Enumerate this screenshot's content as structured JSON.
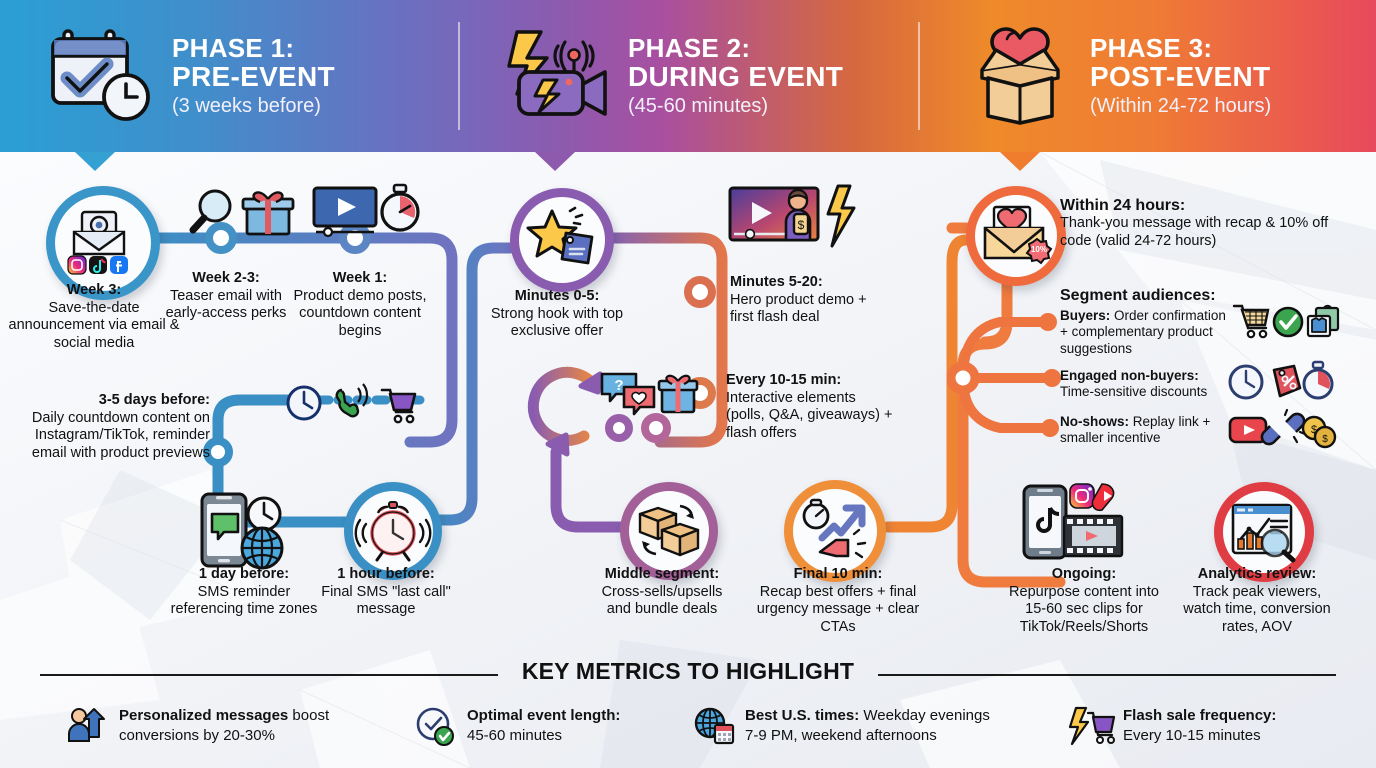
{
  "header": {
    "phases": [
      {
        "icon": "calendar-check-clock-icon",
        "title_line1": "PHASE 1:",
        "title_line2": "PRE-EVENT",
        "subtitle": "(3 weeks before)"
      },
      {
        "icon": "live-broadcast-camera-icon",
        "title_line1": "PHASE 2:",
        "title_line2": "DURING EVENT",
        "subtitle": "(45-60 minutes)"
      },
      {
        "icon": "heart-box-icon",
        "title_line1": "PHASE 3:",
        "title_line2": "POST-EVENT",
        "subtitle": "(Within 24-72 hours)"
      }
    ],
    "gradient": {
      "start": "#2b9fd4",
      "mid1": "#8a5cb0",
      "mid2": "#ef8a2a",
      "end": "#e8495c"
    }
  },
  "phase1": {
    "accent": "#3a8fc4",
    "steps": [
      {
        "title": "Week 3:",
        "body": "Save-the-date announcement via email & social media",
        "icon": "email-social-icon"
      },
      {
        "title": "Week 2-3:",
        "body": "Teaser email with early-access perks",
        "icon": "magnifier-gift-icon"
      },
      {
        "title": "Week 1:",
        "body": "Product demo posts, countdown content begins",
        "icon": "video-stopwatch-icon"
      },
      {
        "title": "3-5 days before:",
        "body": "Daily countdown content on Instagram/TikTok, reminder email with product previews",
        "icon": "clock-phone-cart-icon"
      },
      {
        "title": "1 day before:",
        "body": "SMS reminder referencing time zones",
        "icon": "phone-sms-globe-icon"
      },
      {
        "title": "1 hour before:",
        "body": "Final SMS \"last call\" message",
        "icon": "alarm-clock-icon"
      }
    ]
  },
  "phase2": {
    "accent": "#8a5cb0",
    "accent2": "#ee8c3c",
    "steps": [
      {
        "title": "Minutes 0-5:",
        "body": "Strong hook with top exclusive offer",
        "icon": "star-tag-icon"
      },
      {
        "title": "Minutes 5-20:",
        "body": "Hero product demo + first flash deal",
        "icon": "demo-video-bolt-icon"
      },
      {
        "title": "Every 10-15 min:",
        "body": "Interactive elements (polls, Q&A, giveaways) + flash offers",
        "icon": "chat-heart-gift-icon"
      },
      {
        "title": "Middle segment:",
        "body": "Cross-sells/upsells and bundle deals",
        "icon": "boxes-swap-icon"
      },
      {
        "title": "Final 10 min:",
        "body": "Recap best offers + final urgency message + clear CTAs",
        "icon": "stopwatch-arrow-megaphone-icon"
      }
    ]
  },
  "phase3": {
    "accent": "#ef6b3e",
    "accent2": "#e03c44",
    "steps": [
      {
        "title": "Within 24 hours:",
        "body": "Thank-you message with recap & 10% off code (valid 24-72 hours)",
        "icon": "heart-envelope-discount-icon"
      },
      {
        "title": "Ongoing:",
        "body": "Repurpose content into 15-60 sec clips for TikTok/Reels/Shorts",
        "icon": "shortform-clips-icon"
      },
      {
        "title": "Analytics review:",
        "body": "Track peak viewers, watch time, conversion rates, AOV",
        "icon": "analytics-magnifier-icon"
      }
    ],
    "segment_title": "Segment audiences:",
    "segments": [
      {
        "label": "Buyers:",
        "body": "Order confirmation + complementary product suggestions",
        "icon": "cart-check-products-icon"
      },
      {
        "label": "Engaged non-buyers:",
        "body": "Time-sensitive discounts",
        "icon": "clock-discount-stopwatch-icon"
      },
      {
        "label": "No-shows:",
        "body": "Replay link + smaller incentive",
        "icon": "replay-link-coins-icon"
      }
    ]
  },
  "key_metrics": {
    "title": "KEY METRICS TO HIGHLIGHT",
    "items": [
      {
        "icon": "person-growth-icon",
        "bold": "Personalized messages",
        "rest": " boost",
        "line2": "conversions by 20-30%"
      },
      {
        "icon": "clock-check-icon",
        "bold": "Optimal event length:",
        "rest": "",
        "line2": "45-60 minutes"
      },
      {
        "icon": "globe-calendar-icon",
        "bold": "Best U.S. times:",
        "rest": " Weekday evenings",
        "line2": "7-9 PM, weekend afternoons"
      },
      {
        "icon": "bolt-cart-icon",
        "bold": "Flash sale frequency:",
        "rest": "",
        "line2": "Every 10-15 minutes"
      }
    ]
  }
}
